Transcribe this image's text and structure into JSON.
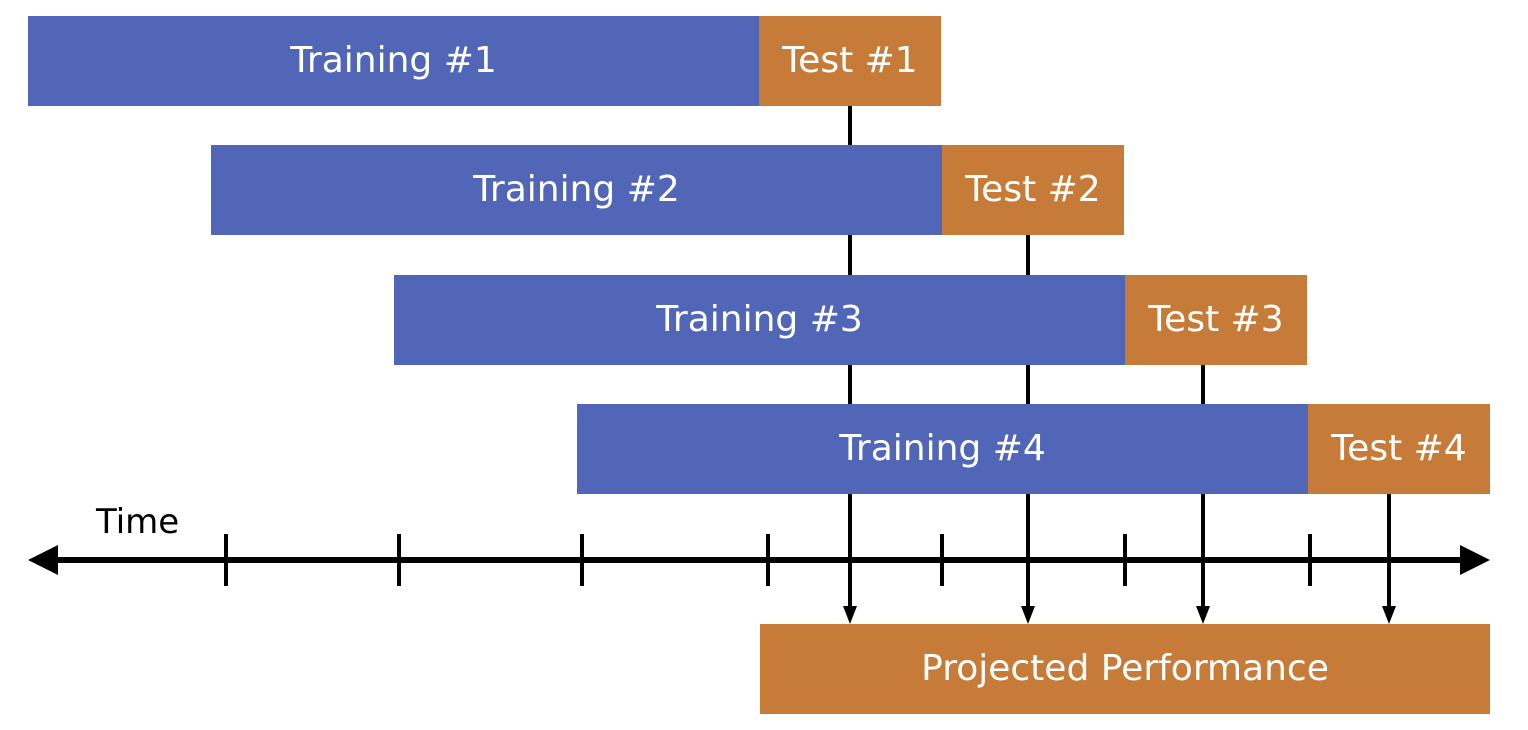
{
  "diagram": {
    "rows": [
      {
        "training_label": "Training #1",
        "test_label": "Test #1"
      },
      {
        "training_label": "Training #2",
        "test_label": "Test #2"
      },
      {
        "training_label": "Training #3",
        "test_label": "Test #3"
      },
      {
        "training_label": "Training #4",
        "test_label": "Test #4"
      }
    ],
    "axis_label": "Time",
    "output_label": "Projected Performance",
    "colors": {
      "training": "#5266b8",
      "test": "#c67c38",
      "line": "#000000"
    }
  }
}
